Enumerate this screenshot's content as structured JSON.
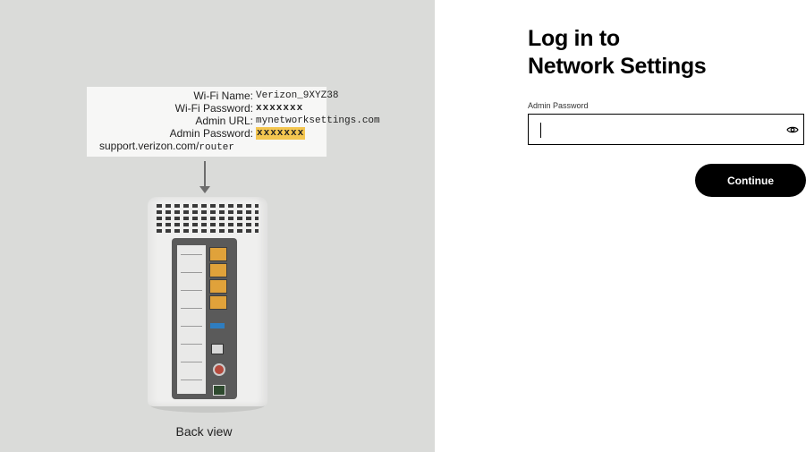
{
  "router_label": {
    "rows": [
      {
        "key": "Wi-Fi Name:",
        "value": "Verizon_9XYZ38"
      },
      {
        "key": "Wi-Fi Password:",
        "value": "xxxxxxx"
      },
      {
        "key": "Admin URL:",
        "value": "mynetworksettings.com"
      },
      {
        "key": "Admin Password:",
        "value": "xxxxxxx"
      }
    ],
    "support_prefix": "support.verizon.com/",
    "support_suffix": "router"
  },
  "image_caption": "Back view",
  "login": {
    "title_line1": "Log in to",
    "title_line2": "Network Settings",
    "password_label": "Admin Password",
    "continue_label": "Continue"
  },
  "colors": {
    "left_panel_bg": "#dadbd9",
    "highlight": "#f4c650",
    "button_bg": "#000000",
    "button_text": "#ffffff"
  },
  "icons": {
    "password_visibility": "eye-icon",
    "pointer": "arrow-down-icon"
  }
}
